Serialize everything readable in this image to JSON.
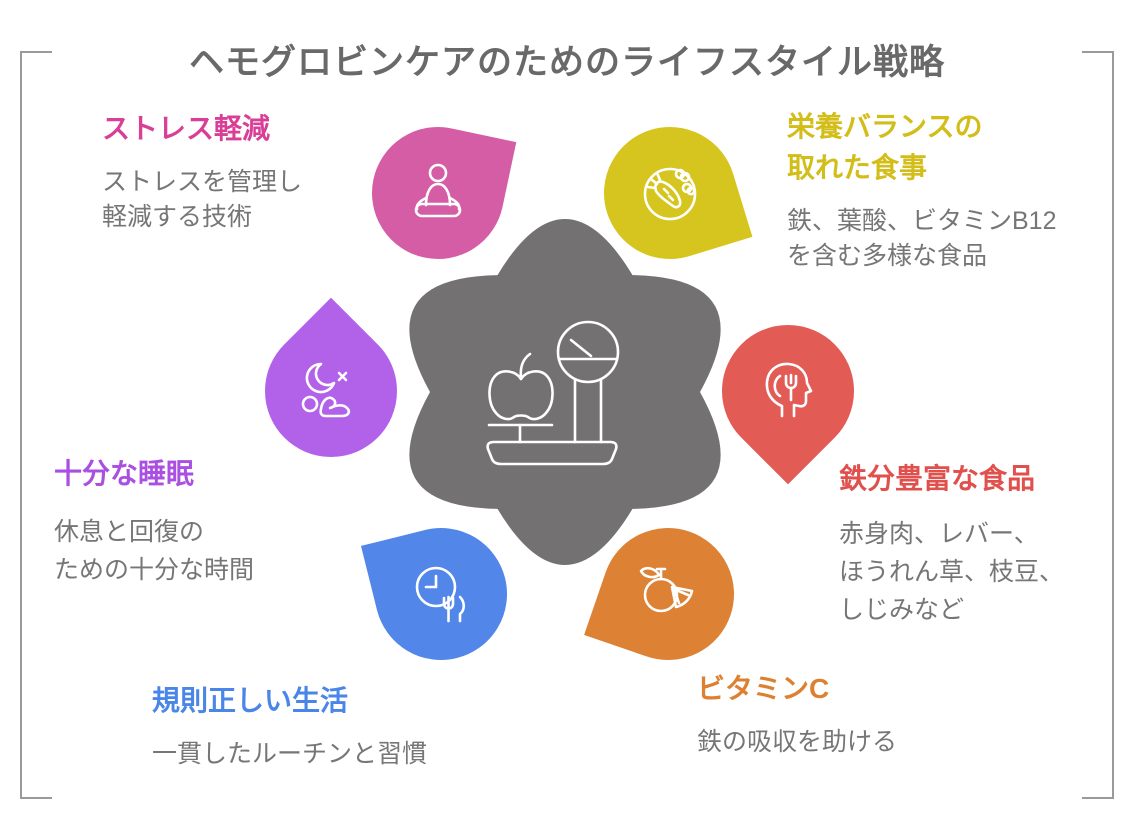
{
  "title": "ヘモグロビンケアのためのライフスタイル戦略",
  "title_color": "#696969",
  "frame_color": "#9a9a9a",
  "hub": {
    "color": "#747173",
    "icon": "apple-scale-icon"
  },
  "petals": [
    {
      "key": "stress-reduction",
      "position": "top-left",
      "color": "#d55da5",
      "label_color": "#d93f97",
      "icon": "meditation-icon",
      "label_lines": [
        "ストレス軽減"
      ],
      "desc_lines": [
        "ストレスを管理し",
        "軽減する技術"
      ]
    },
    {
      "key": "balanced-diet",
      "position": "top-right",
      "color": "#d6c51f",
      "label_color": "#d3bd18",
      "icon": "vegetables-plate-icon",
      "label_lines": [
        "栄養バランスの",
        "取れた食事"
      ],
      "desc_lines": [
        "鉄、葉酸、ビタミンB12",
        "を含む多様な食品"
      ]
    },
    {
      "key": "iron-rich-foods",
      "position": "right",
      "color": "#e25b55",
      "label_color": "#e0514d",
      "icon": "head-with-fork-icon",
      "label_lines": [
        "鉄分豊富な食品"
      ],
      "desc_lines": [
        "赤身肉、レバー、",
        "ほうれん草、枝豆、",
        "しじみなど"
      ]
    },
    {
      "key": "vitamin-c",
      "position": "bottom-right",
      "color": "#dd8134",
      "label_color": "#dd8030",
      "icon": "orange-fruit-icon",
      "label_lines": [
        "ビタミンC"
      ],
      "desc_lines": [
        "鉄の吸収を助ける"
      ]
    },
    {
      "key": "regular-routine",
      "position": "bottom-left",
      "color": "#5287e9",
      "label_color": "#4a86e8",
      "icon": "clock-cutlery-icon",
      "label_lines": [
        "規則正しい生活"
      ],
      "desc_lines": [
        "一貫したルーチンと習慣"
      ]
    },
    {
      "key": "sufficient-sleep",
      "position": "left",
      "color": "#b262e9",
      "label_color": "#a94fe2",
      "icon": "moon-sleeping-person-icon",
      "label_lines": [
        "十分な睡眠"
      ],
      "desc_lines": [
        "休息と回復の",
        "ための十分な時間"
      ]
    }
  ]
}
